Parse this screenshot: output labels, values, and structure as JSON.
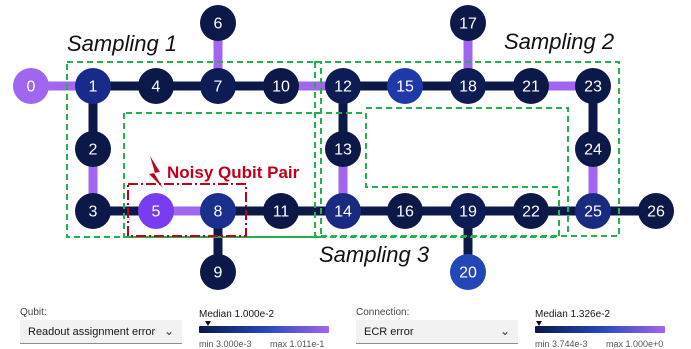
{
  "qubits": [
    {
      "id": "0",
      "color": "#a066f0"
    },
    {
      "id": "1",
      "color": "#1a2a8c"
    },
    {
      "id": "2",
      "color": "#0c1848"
    },
    {
      "id": "3",
      "color": "#0c1848"
    },
    {
      "id": "4",
      "color": "#0c1848"
    },
    {
      "id": "5",
      "color": "#7a3cf0"
    },
    {
      "id": "6",
      "color": "#0c1848"
    },
    {
      "id": "7",
      "color": "#0e1c55"
    },
    {
      "id": "8",
      "color": "#1a2f8e"
    },
    {
      "id": "9",
      "color": "#0c1848"
    },
    {
      "id": "10",
      "color": "#0c1848"
    },
    {
      "id": "11",
      "color": "#0c1848"
    },
    {
      "id": "12",
      "color": "#0e1c55"
    },
    {
      "id": "13",
      "color": "#0c1848"
    },
    {
      "id": "14",
      "color": "#1a2a80"
    },
    {
      "id": "15",
      "color": "#1f3aa8"
    },
    {
      "id": "16",
      "color": "#0c1848"
    },
    {
      "id": "17",
      "color": "#0c1848"
    },
    {
      "id": "18",
      "color": "#0e1c55"
    },
    {
      "id": "19",
      "color": "#0e1c55"
    },
    {
      "id": "20",
      "color": "#2447b8"
    },
    {
      "id": "21",
      "color": "#0c1848"
    },
    {
      "id": "22",
      "color": "#0c1848"
    },
    {
      "id": "23",
      "color": "#0c1848"
    },
    {
      "id": "24",
      "color": "#0c1848"
    },
    {
      "id": "25",
      "color": "#1a2a80"
    },
    {
      "id": "26",
      "color": "#0c1848"
    }
  ],
  "edges": [
    {
      "a": "0",
      "b": "1",
      "color": "#a066f0"
    },
    {
      "a": "1",
      "b": "4",
      "color": "#0c1848"
    },
    {
      "a": "4",
      "b": "7",
      "color": "#0c1848"
    },
    {
      "a": "7",
      "b": "10",
      "color": "#0c1848"
    },
    {
      "a": "10",
      "b": "12",
      "color": "#a066f0"
    },
    {
      "a": "12",
      "b": "15",
      "color": "#0c1848"
    },
    {
      "a": "15",
      "b": "18",
      "color": "#0c1848"
    },
    {
      "a": "18",
      "b": "21",
      "color": "#0c1848"
    },
    {
      "a": "21",
      "b": "23",
      "color": "#a066f0"
    },
    {
      "a": "6",
      "b": "7",
      "color": "#a066f0"
    },
    {
      "a": "17",
      "b": "18",
      "color": "#a066f0"
    },
    {
      "a": "1",
      "b": "2",
      "color": "#0c1848"
    },
    {
      "a": "2",
      "b": "3",
      "color": "#a066f0"
    },
    {
      "a": "12",
      "b": "13",
      "color": "#0c1848"
    },
    {
      "a": "13",
      "b": "14",
      "color": "#a066f0"
    },
    {
      "a": "23",
      "b": "24",
      "color": "#0c1848"
    },
    {
      "a": "24",
      "b": "25",
      "color": "#a066f0"
    },
    {
      "a": "3",
      "b": "5",
      "color": "#0c1848"
    },
    {
      "a": "5",
      "b": "8",
      "color": "#a066f0"
    },
    {
      "a": "8",
      "b": "11",
      "color": "#0c1848"
    },
    {
      "a": "11",
      "b": "14",
      "color": "#0c1848"
    },
    {
      "a": "14",
      "b": "16",
      "color": "#0c1848"
    },
    {
      "a": "16",
      "b": "19",
      "color": "#0c1848"
    },
    {
      "a": "19",
      "b": "22",
      "color": "#0c1848"
    },
    {
      "a": "22",
      "b": "25",
      "color": "#0c1848"
    },
    {
      "a": "25",
      "b": "26",
      "color": "#0c1848"
    },
    {
      "a": "8",
      "b": "9",
      "color": "#0c1848"
    },
    {
      "a": "19",
      "b": "20",
      "color": "#0c1848"
    }
  ],
  "annotations": {
    "sampling1": "Sampling 1",
    "sampling2": "Sampling 2",
    "sampling3": "Sampling 3",
    "noisy_pair": "Noisy Qubit Pair"
  },
  "colors": {
    "dashed_box": "#22b14c",
    "noisy_box": "#c0001a",
    "scale_low": "#0c1848",
    "scale_high": "#a066f0"
  },
  "qubit_panel": {
    "title": "Qubit:",
    "selected": "Readout assignment error",
    "median": "Median 1.000e-2",
    "min": "min 3.000e-3",
    "max": "max 1.011e-1"
  },
  "connection_panel": {
    "title": "Connection:",
    "selected": "ECR error",
    "median": "Median 1.326e-2",
    "min": "min 3.744e-3",
    "max": "max 1.000e+0"
  }
}
